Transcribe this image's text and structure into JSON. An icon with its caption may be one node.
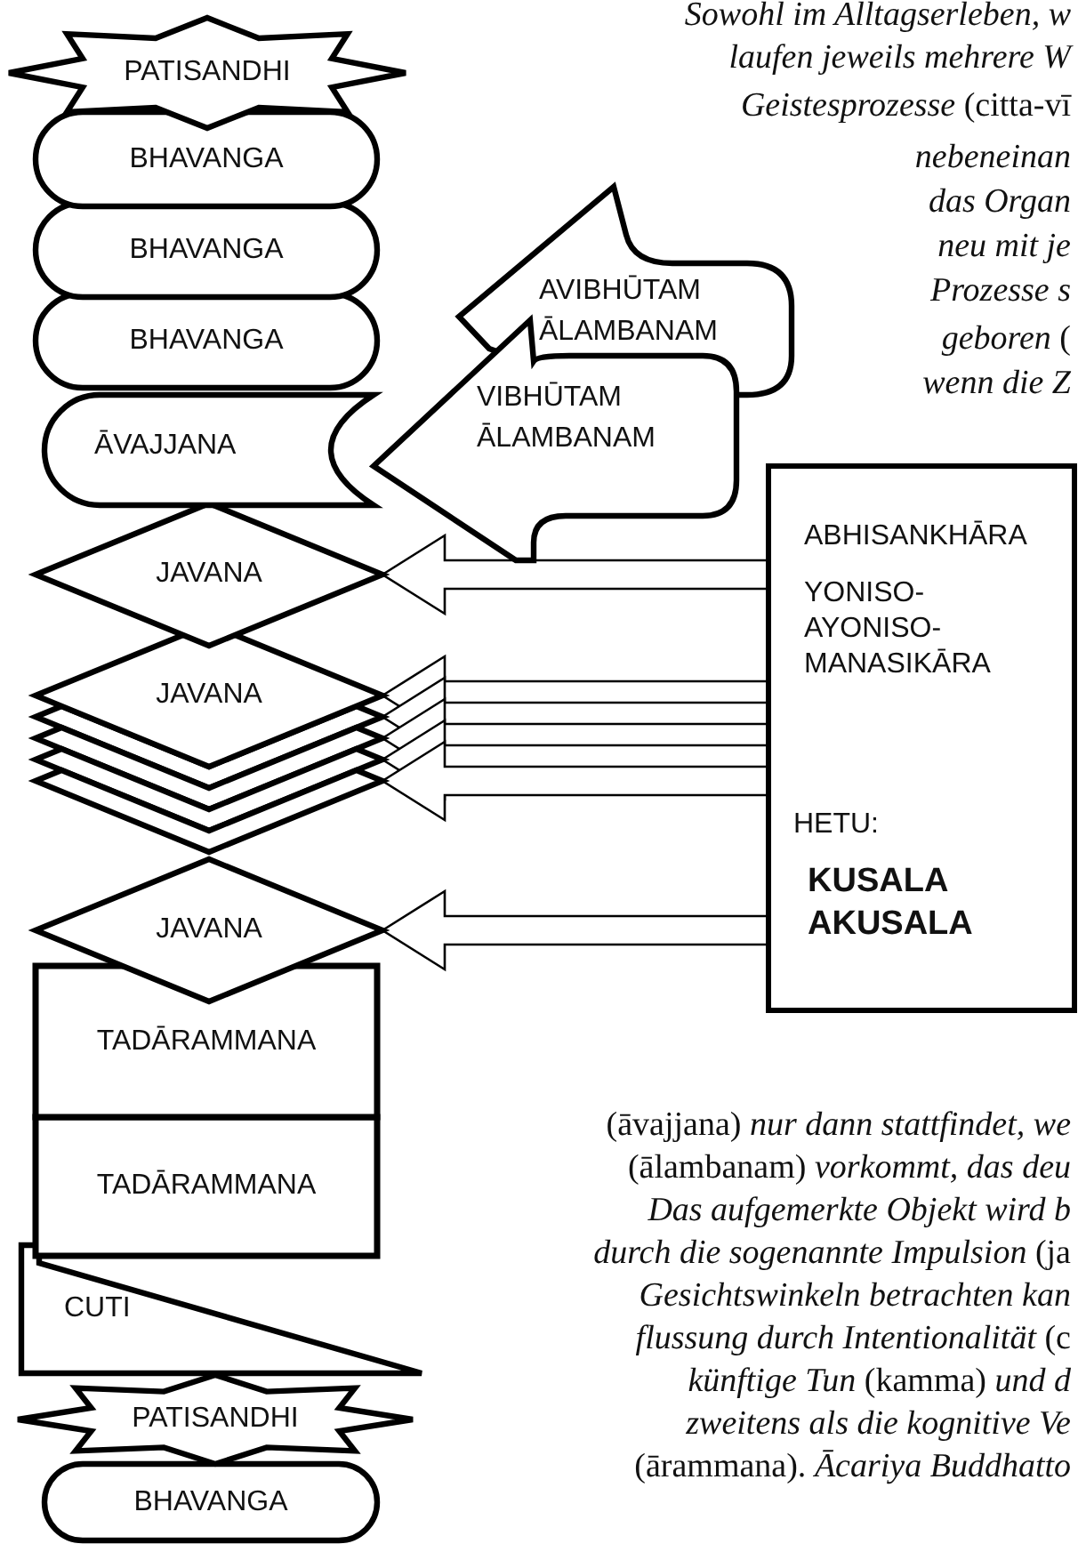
{
  "diagram": {
    "nodes": [
      {
        "text": [
          "PATISANDHI"
        ]
      },
      {
        "text": [
          "BHAVANGA"
        ]
      },
      {
        "text": [
          "BHAVANGA"
        ]
      },
      {
        "text": [
          "BHAVANGA"
        ]
      },
      {
        "text": [
          "ĀVAJJANA"
        ]
      },
      {
        "text": [
          "AVIBHŪTAM ĀLAMBANAM"
        ]
      },
      {
        "text": [
          "VIBHŪTAM ĀLAMBANAM"
        ]
      },
      {
        "text": [
          "JAVANA"
        ]
      },
      {
        "text": [
          "JAVANA"
        ]
      },
      {
        "text": [],
        "shape": "diamond"
      },
      {
        "text": [],
        "shape": "diamond"
      },
      {
        "text": [],
        "shape": "diamond"
      },
      {
        "text": [],
        "shape": "diamond"
      },
      {
        "text": [
          "JAVANA"
        ]
      },
      {
        "text": [
          "TADĀRAMMANA"
        ]
      },
      {
        "text": [
          "TADĀRAMMANA"
        ]
      },
      {
        "text": [
          "CUTI"
        ]
      },
      {
        "text": [
          "PATISANDHI"
        ]
      },
      {
        "text": [
          "BHAVANGA"
        ]
      },
      {
        "text": [
          "ABHISANKHĀRA",
          "YONISO- AYONISO- MANASIKĀRA",
          "HETU:",
          "KUSALA AKUSALA"
        ]
      }
    ],
    "edges": [
      {
        "from": 19,
        "to": 7,
        "arrow": "to"
      },
      {
        "from": 19,
        "to": 8,
        "arrow": "to"
      },
      {
        "from": 19,
        "to": 9,
        "arrow": "to"
      },
      {
        "from": 19,
        "to": 10,
        "arrow": "to"
      },
      {
        "from": 19,
        "to": 11,
        "arrow": "to"
      },
      {
        "from": 19,
        "to": 12,
        "arrow": "to"
      },
      {
        "from": 19,
        "to": 13,
        "arrow": "to"
      }
    ],
    "labels": [
      "*Sowohl im Alltagserleben, w*",
      "*laufen jeweils mehrere W*",
      "*Geistesprozesse* (citta-vī",
      "*nebeneinan*",
      "*das Organ*",
      "*neu mit je*",
      "*Prozesse s*",
      "*geboren* (",
      "*wenn die Z*",
      "(āvajjana) *nur dann stattfindet, we*",
      "(ālambanam) *vorkommt, das deu*",
      "*Das aufgemerkte Objekt wird b*",
      "*durch die sogenannte Impulsion* (ja",
      "*Gesichtswinkeln betrachten kan*",
      "*flussung durch Intentionalität* (c",
      "*künftige Tun* (kamma) *und d*",
      "*zweitens als die kognitive Ve*",
      "(ārammana). *Ācariya Buddhatto*"
    ]
  }
}
